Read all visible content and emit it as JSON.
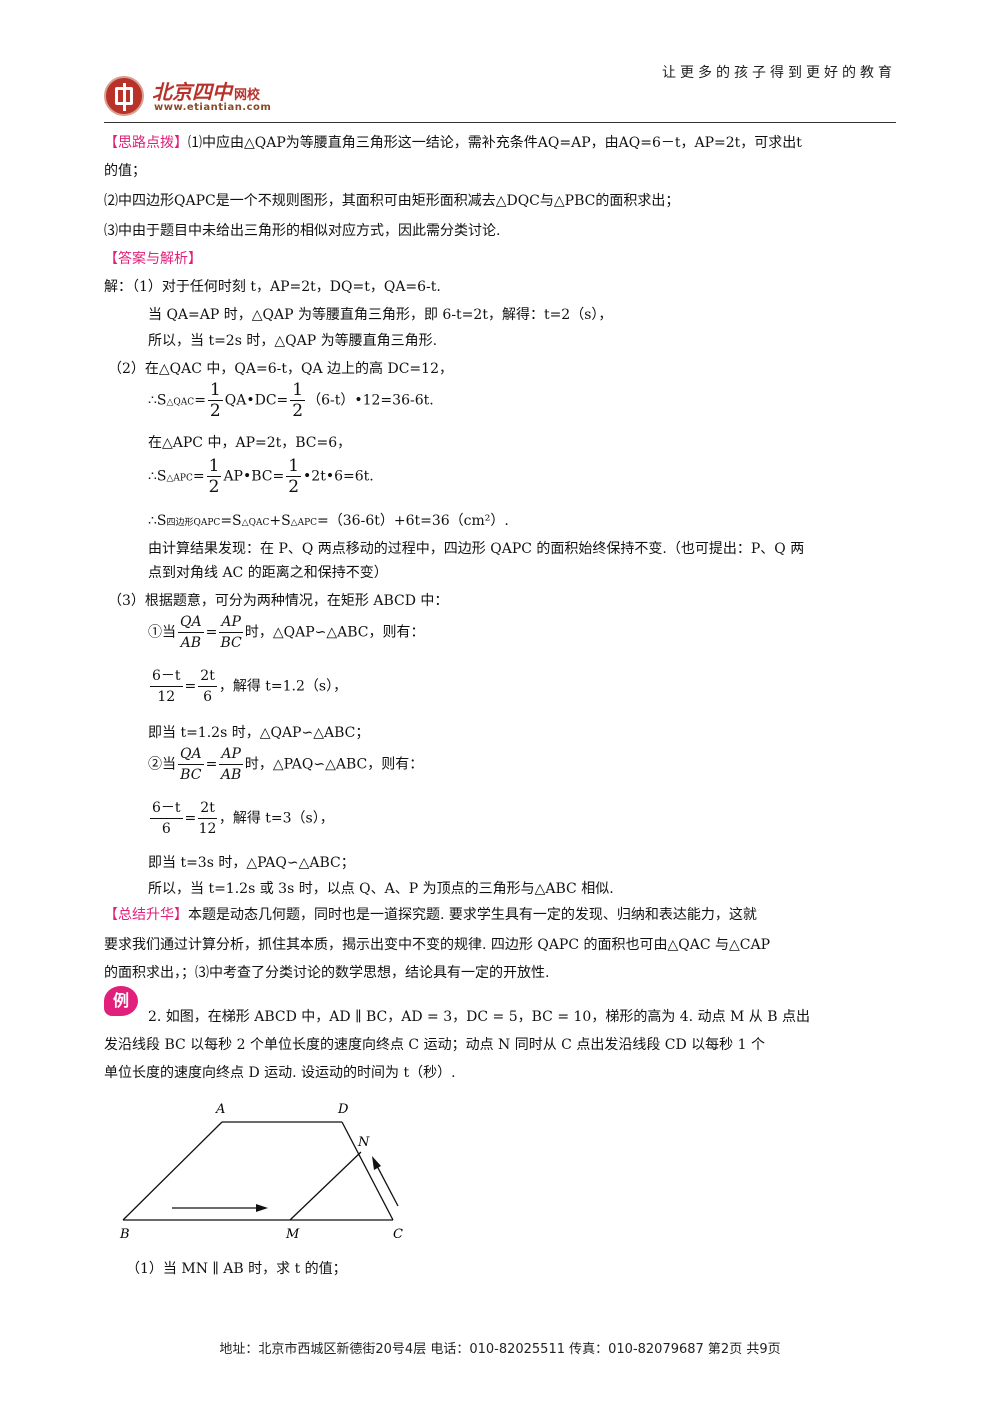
{
  "header": {
    "motto": "让更多的孩子得到更好的教育",
    "logo_name": "北京四中",
    "logo_sub": "网校",
    "logo_url": "www.etiantian.com"
  },
  "hint": {
    "tag": "【思路点拨】",
    "p1a": "⑴中应由△QAP为等腰直角三角形这一结论，需补充条件AQ=AP，由AQ=6－t，AP=2t，可求出t",
    "p1b": "的值；",
    "p2": "⑵中四边形QAPC是一个不规则图形，其面积可由矩形面积减去△DQC与△PBC的面积求出；",
    "p3": "⑶中由于题目中未给出三角形的相似对应方式，因此需分类讨论."
  },
  "answer": {
    "tag": "【答案与解析】",
    "s1": "解：（1）对于任何时刻 t，AP=2t，DQ=t，QA=6-t.",
    "s2": "当 QA=AP 时，△QAP 为等腰直角三角形，即 6-t=2t，解得：t=2（s），",
    "s3": "所以，当 t=2s 时，△QAP 为等腰直角三角形.",
    "s4": "（2）在△QAC 中，QA=6-t，QA 边上的高 DC=12，",
    "s5_pre": "∴S",
    "s5_sub": "△QAC",
    "s5_mid1": "=",
    "s5_num": "1",
    "s5_den": "2",
    "s5_mid2": "QA•DC=",
    "s5_end": "（6-t）•12=36-6t.",
    "s6": "在△APC 中，AP=2t，BC=6，",
    "s7_sub": "△APC",
    "s7_mid2": "AP•BC=",
    "s7_end": "•2t•6=6t.",
    "s8_pre": "∴S",
    "s8_sub": "四边形QAPC",
    "s8_mid": "=S",
    "s8_sub2": "△QAC",
    "s8_mid2": "+S",
    "s8_sub3": "△APC",
    "s8_end": "=（36-6t）+6t=36（cm²）.",
    "s9": "由计算结果发现：在 P、Q 两点移动的过程中，四边形 QAPC 的面积始终保持不变.（也可提出：P、Q 两",
    "s10": "点到对角线 AC 的距离之和保持不变）",
    "s11": "（3）根据题意，可分为两种情况，在矩形 ABCD 中：",
    "c1_pre": "①当",
    "c1_n1": "QA",
    "c1_d1": "AB",
    "eq": "=",
    "c1_n2": "AP",
    "c1_d2": "BC",
    "c1_post": "时，△QAP∽△ABC，则有：",
    "c1e_n1": "6－t",
    "c1e_d1": "12",
    "c1e_n2": "2t",
    "c1e_d2": "6",
    "c1e_post": "，解得 t=1.2（s），",
    "c1_res": "即当 t=1.2s 时，△QAP∽△ABC；",
    "c2_pre": "②当",
    "c2_n1": "QA",
    "c2_d1": "BC",
    "c2_n2": "AP",
    "c2_d2": "AB",
    "c2_post": "时，△PAQ∽△ABC，则有：",
    "c2e_n1": "6－t",
    "c2e_d1": "6",
    "c2e_n2": "2t",
    "c2e_d2": "12",
    "c2e_post": "，解得 t=3（s），",
    "c2_res": "即当 t=3s 时，△PAQ∽△ABC；",
    "final": "所以，当 t=1.2s 或 3s 时，以点 Q、A、P 为顶点的三角形与△ABC 相似."
  },
  "summary": {
    "tag": "【总结升华】",
    "l1": "本题是动态几何题，同时也是一道探究题. 要求学生具有一定的发现、归纳和表达能力，这就",
    "l2": "要求我们通过计算分析，抓住其本质，揭示出变中不变的规律. 四边形 QAPC 的面积也可由△QAC 与△CAP",
    "l3": "的面积求出，；⑶中考查了分类讨论的数学思想，结论具有一定的开放性."
  },
  "example": {
    "badge": "例",
    "l1": "2. 如图，在梯形 ABCD 中，AD ∥ BC，AD = 3，DC = 5，BC = 10，梯形的高为 4. 动点 M 从 B 点出",
    "l2": "发沿线段 BC 以每秒 2 个单位长度的速度向终点 C 运动；动点 N 同时从 C 点出发沿线段 CD 以每秒 1 个",
    "l3": "单位长度的速度向终点 D 运动. 设运动的时间为 t（秒）.",
    "q1": "（1）当 MN ∥ AB 时，求 t 的值；"
  },
  "figure": {
    "labels": {
      "A": "A",
      "D": "D",
      "N": "N",
      "B": "B",
      "M": "M",
      "C": "C"
    }
  },
  "footer": {
    "text": "地址：北京市西城区新德街20号4层 电话：010-82025511 传真：010-82079687 第2页 共9页"
  }
}
